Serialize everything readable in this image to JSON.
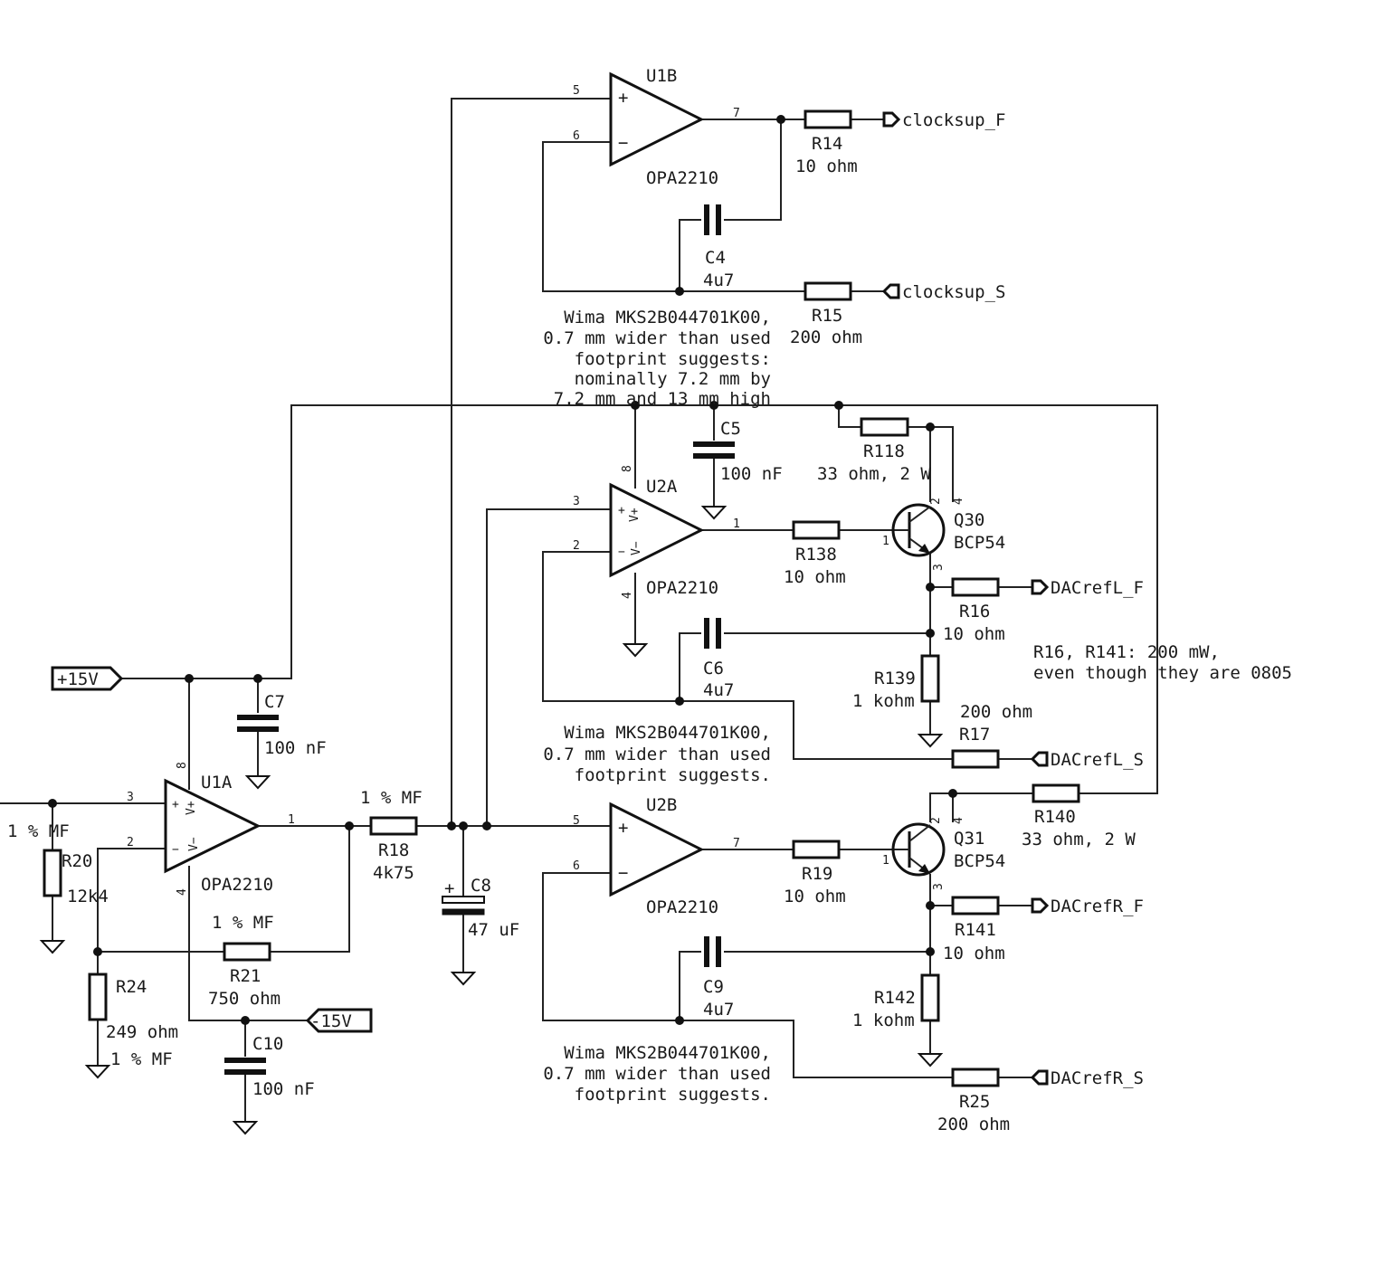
{
  "power": {
    "pos": "+15V",
    "neg": "-15V"
  },
  "opamps": {
    "u1a": {
      "ref": "U1A",
      "value": "OPA2210",
      "pins": [
        "3",
        "2",
        "1",
        "8",
        "4"
      ]
    },
    "u1b": {
      "ref": "U1B",
      "value": "OPA2210",
      "pins": [
        "5",
        "6",
        "7"
      ]
    },
    "u2a": {
      "ref": "U2A",
      "value": "OPA2210",
      "pins": [
        "3",
        "2",
        "1",
        "8",
        "4"
      ]
    },
    "u2b": {
      "ref": "U2B",
      "value": "OPA2210",
      "pins": [
        "5",
        "6",
        "7"
      ]
    }
  },
  "transistors": {
    "q30": {
      "ref": "Q30",
      "value": "BCP54",
      "pins": [
        "1",
        "2",
        "3",
        "4"
      ]
    },
    "q31": {
      "ref": "Q31",
      "value": "BCP54",
      "pins": [
        "1",
        "2",
        "3",
        "4"
      ]
    }
  },
  "resistors": {
    "r14": {
      "ref": "R14",
      "value": "10 ohm"
    },
    "r15": {
      "ref": "R15",
      "value": "200 ohm"
    },
    "r118": {
      "ref": "R118",
      "value": "33 ohm, 2 W"
    },
    "r138": {
      "ref": "R138",
      "value": "10 ohm"
    },
    "r16": {
      "ref": "R16",
      "value": "10 ohm"
    },
    "r139": {
      "ref": "R139",
      "value": "1 kohm"
    },
    "r17": {
      "ref": "R17",
      "value": "200 ohm"
    },
    "r140": {
      "ref": "R140",
      "value": "33 ohm, 2 W"
    },
    "r19": {
      "ref": "R19",
      "value": "10 ohm"
    },
    "r141": {
      "ref": "R141",
      "value": "10 ohm"
    },
    "r142": {
      "ref": "R142",
      "value": "1 kohm"
    },
    "r25": {
      "ref": "R25",
      "value": "200 ohm"
    },
    "r18": {
      "ref": "R18",
      "value": "4k75",
      "note": "1 % MF"
    },
    "r20": {
      "ref": "R20",
      "value": "12k4",
      "note": "1 % MF"
    },
    "r21": {
      "ref": "R21",
      "value": "750 ohm",
      "note": "1 % MF"
    },
    "r24": {
      "ref": "R24",
      "value": "249 ohm",
      "note": "1 % MF"
    }
  },
  "capacitors": {
    "c4": {
      "ref": "C4",
      "value": "4u7"
    },
    "c5": {
      "ref": "C5",
      "value": "100 nF"
    },
    "c6": {
      "ref": "C6",
      "value": "4u7"
    },
    "c7": {
      "ref": "C7",
      "value": "100 nF"
    },
    "c8": {
      "ref": "C8",
      "value": "47 uF"
    },
    "c9": {
      "ref": "C9",
      "value": "4u7"
    },
    "c10": {
      "ref": "C10",
      "value": "100 nF"
    }
  },
  "ports": {
    "clocksup_f": "clocksup_F",
    "clocksup_s": "clocksup_S",
    "dacrefl_f": "DACrefL_F",
    "dacrefl_s": "DACrefL_S",
    "dacrefr_f": "DACrefR_F",
    "dacrefr_s": "DACrefR_S"
  },
  "notes": {
    "wima_c4": [
      "Wima MKS2B044701K00,",
      "0.7 mm wider than used",
      "footprint suggests:",
      "nominally 7.2 mm by",
      "7.2 mm and 13 mm high"
    ],
    "wima_c6": [
      "Wima MKS2B044701K00,",
      "0.7 mm wider than used",
      "footprint suggests."
    ],
    "wima_c9": [
      "Wima MKS2B044701K00,",
      "0.7 mm wider than used",
      "footprint suggests."
    ],
    "r16_r141": [
      "R16, R141: 200 mW,",
      "even though they are 0805"
    ]
  }
}
